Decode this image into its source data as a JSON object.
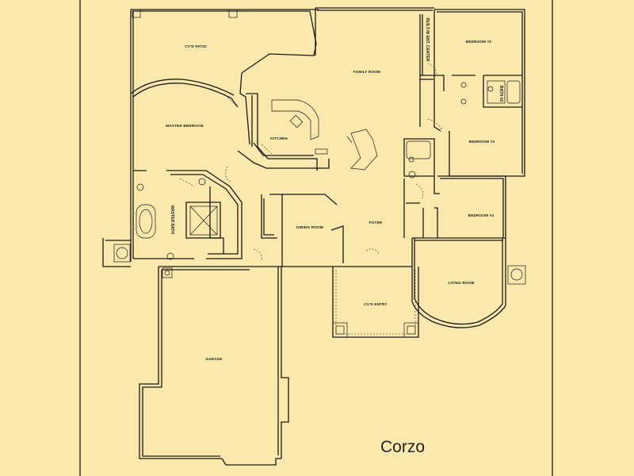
{
  "plan_title": "Corzo",
  "rooms": {
    "covered_patio": "CV'D PATIO",
    "family_room": "FAMILY ROOM",
    "bedroom_2": "BEDROOM #2",
    "bedroom_3": "BEDROOM #3",
    "bedroom_4": "BEDROOM #4",
    "master_bedroom": "MASTER BEDROOM",
    "kitchen": "KITCHEN",
    "master_bath": "MASTER BATH",
    "dining_room": "DINING ROOM",
    "foyer": "FOYER",
    "living_room": "LIVING ROOM",
    "covered_entry": "CV'D ENTRY",
    "garage": "GARAGE",
    "built_in_cabinet": "BUILT-IN ENT. CENTER",
    "bath_2": "BATH #2"
  },
  "colors": {
    "background": "#fbe8ad",
    "lines": "#1a1a1a"
  }
}
